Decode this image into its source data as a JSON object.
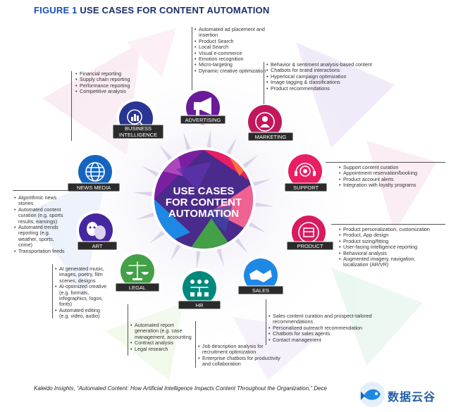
{
  "title": {
    "prefix": "FIGURE 1",
    "text": "USE CASES FOR CONTENT AUTOMATION"
  },
  "center": {
    "lines": [
      "USE CASES",
      "FOR CONTENT",
      "AUTOMATION"
    ]
  },
  "categories": [
    {
      "id": "advertising",
      "label": "ADVERTISING",
      "icon": "megaphone-icon",
      "color": "#6a1b9a",
      "items": [
        "Automated ad placement and insertion",
        "Product Search",
        "Local Search",
        "Visual e-commerce",
        "Emotion recognition",
        "Micro-targeting",
        "Dynamic creative optimization"
      ]
    },
    {
      "id": "marketing",
      "label": "MARKETING",
      "icon": "person-target-icon",
      "color": "#c2185b",
      "items": [
        "Behavior & sentiment analysis-based content",
        "Chatbots for brand interactions",
        "Hyperlocal campaign optimization",
        "Image tagging & classifications",
        "Product recommendations"
      ]
    },
    {
      "id": "support",
      "label": "SUPPORT",
      "icon": "headset-gear-icon",
      "color": "#e91e63",
      "items": [
        "Support content curation",
        "Appointment reservation/booking",
        "Product account alerts",
        "Integration with loyalty programs"
      ]
    },
    {
      "id": "product",
      "label": "PRODUCT",
      "icon": "box-cycle-icon",
      "color": "#d81b60",
      "items": [
        "Product personalization, customization",
        "Product, App design",
        "Product sizing/fitting",
        "User-facing intelligence reporting",
        "Behavioral analysis",
        "Augmented imagery, navigation, localization (AR/VR)"
      ]
    },
    {
      "id": "sales",
      "label": "SALES",
      "icon": "handshake-icon",
      "color": "#1e88e5",
      "items": [
        "Sales content curation and prospect-tailored recommendations",
        "Personalized outreach recommendation",
        "Chatbots for sales agents",
        "Contact management"
      ]
    },
    {
      "id": "hr",
      "label": "HR",
      "icon": "org-chart-icon",
      "color": "#00897b",
      "items": [
        "Job description analysis for recruitment optimization",
        "Enterprise chatbots for productivity and collaboration"
      ]
    },
    {
      "id": "legal",
      "label": "LEGAL",
      "icon": "scales-icon",
      "color": "#43a047",
      "items": [
        "Automated report generation (e.g. case management, accounting",
        "Contract analysis",
        "Legal research"
      ]
    },
    {
      "id": "art",
      "label": "ART",
      "icon": "theater-masks-icon",
      "color": "#4527a0",
      "items": [
        "AI generated music, images, poetry, film scenes, designs",
        "AI-optimized creative (e.g. formats, infographics, logos, fonts)",
        "Automated editing (e.g. video, audio)"
      ]
    },
    {
      "id": "news_media",
      "label": "NEWS MEDIA",
      "icon": "globe-icon",
      "color": "#1565c0",
      "items": [
        "Algorithmic news stories",
        "Automated content curation (e.g. sports results, earnings)",
        "Automated trends reporting (e.g. weather, sports, crime)",
        "Transportation feeds"
      ]
    },
    {
      "id": "business_intelligence",
      "label": "BUSINESS INTELLIGENCE",
      "label_lines": [
        "BUSINESS",
        "INTELLIGENCE"
      ],
      "icon": "chart-magnifier-icon",
      "color": "#283593",
      "items": [
        "Financial reporting",
        "Supply chain reporting",
        "Performance reporting",
        "Competitive analysis"
      ]
    }
  ],
  "citation": "Kaleido Insights, “Automated Content: How Artificial Intelligence Impacts Content Throughout the Organization,” Dece",
  "watermark": {
    "text": "数据云谷",
    "icon": "fish-logo-icon"
  },
  "colors": {
    "title": "#1a2e6b",
    "label_bg": "#2b2b2b",
    "spoke": "#ffffff"
  }
}
